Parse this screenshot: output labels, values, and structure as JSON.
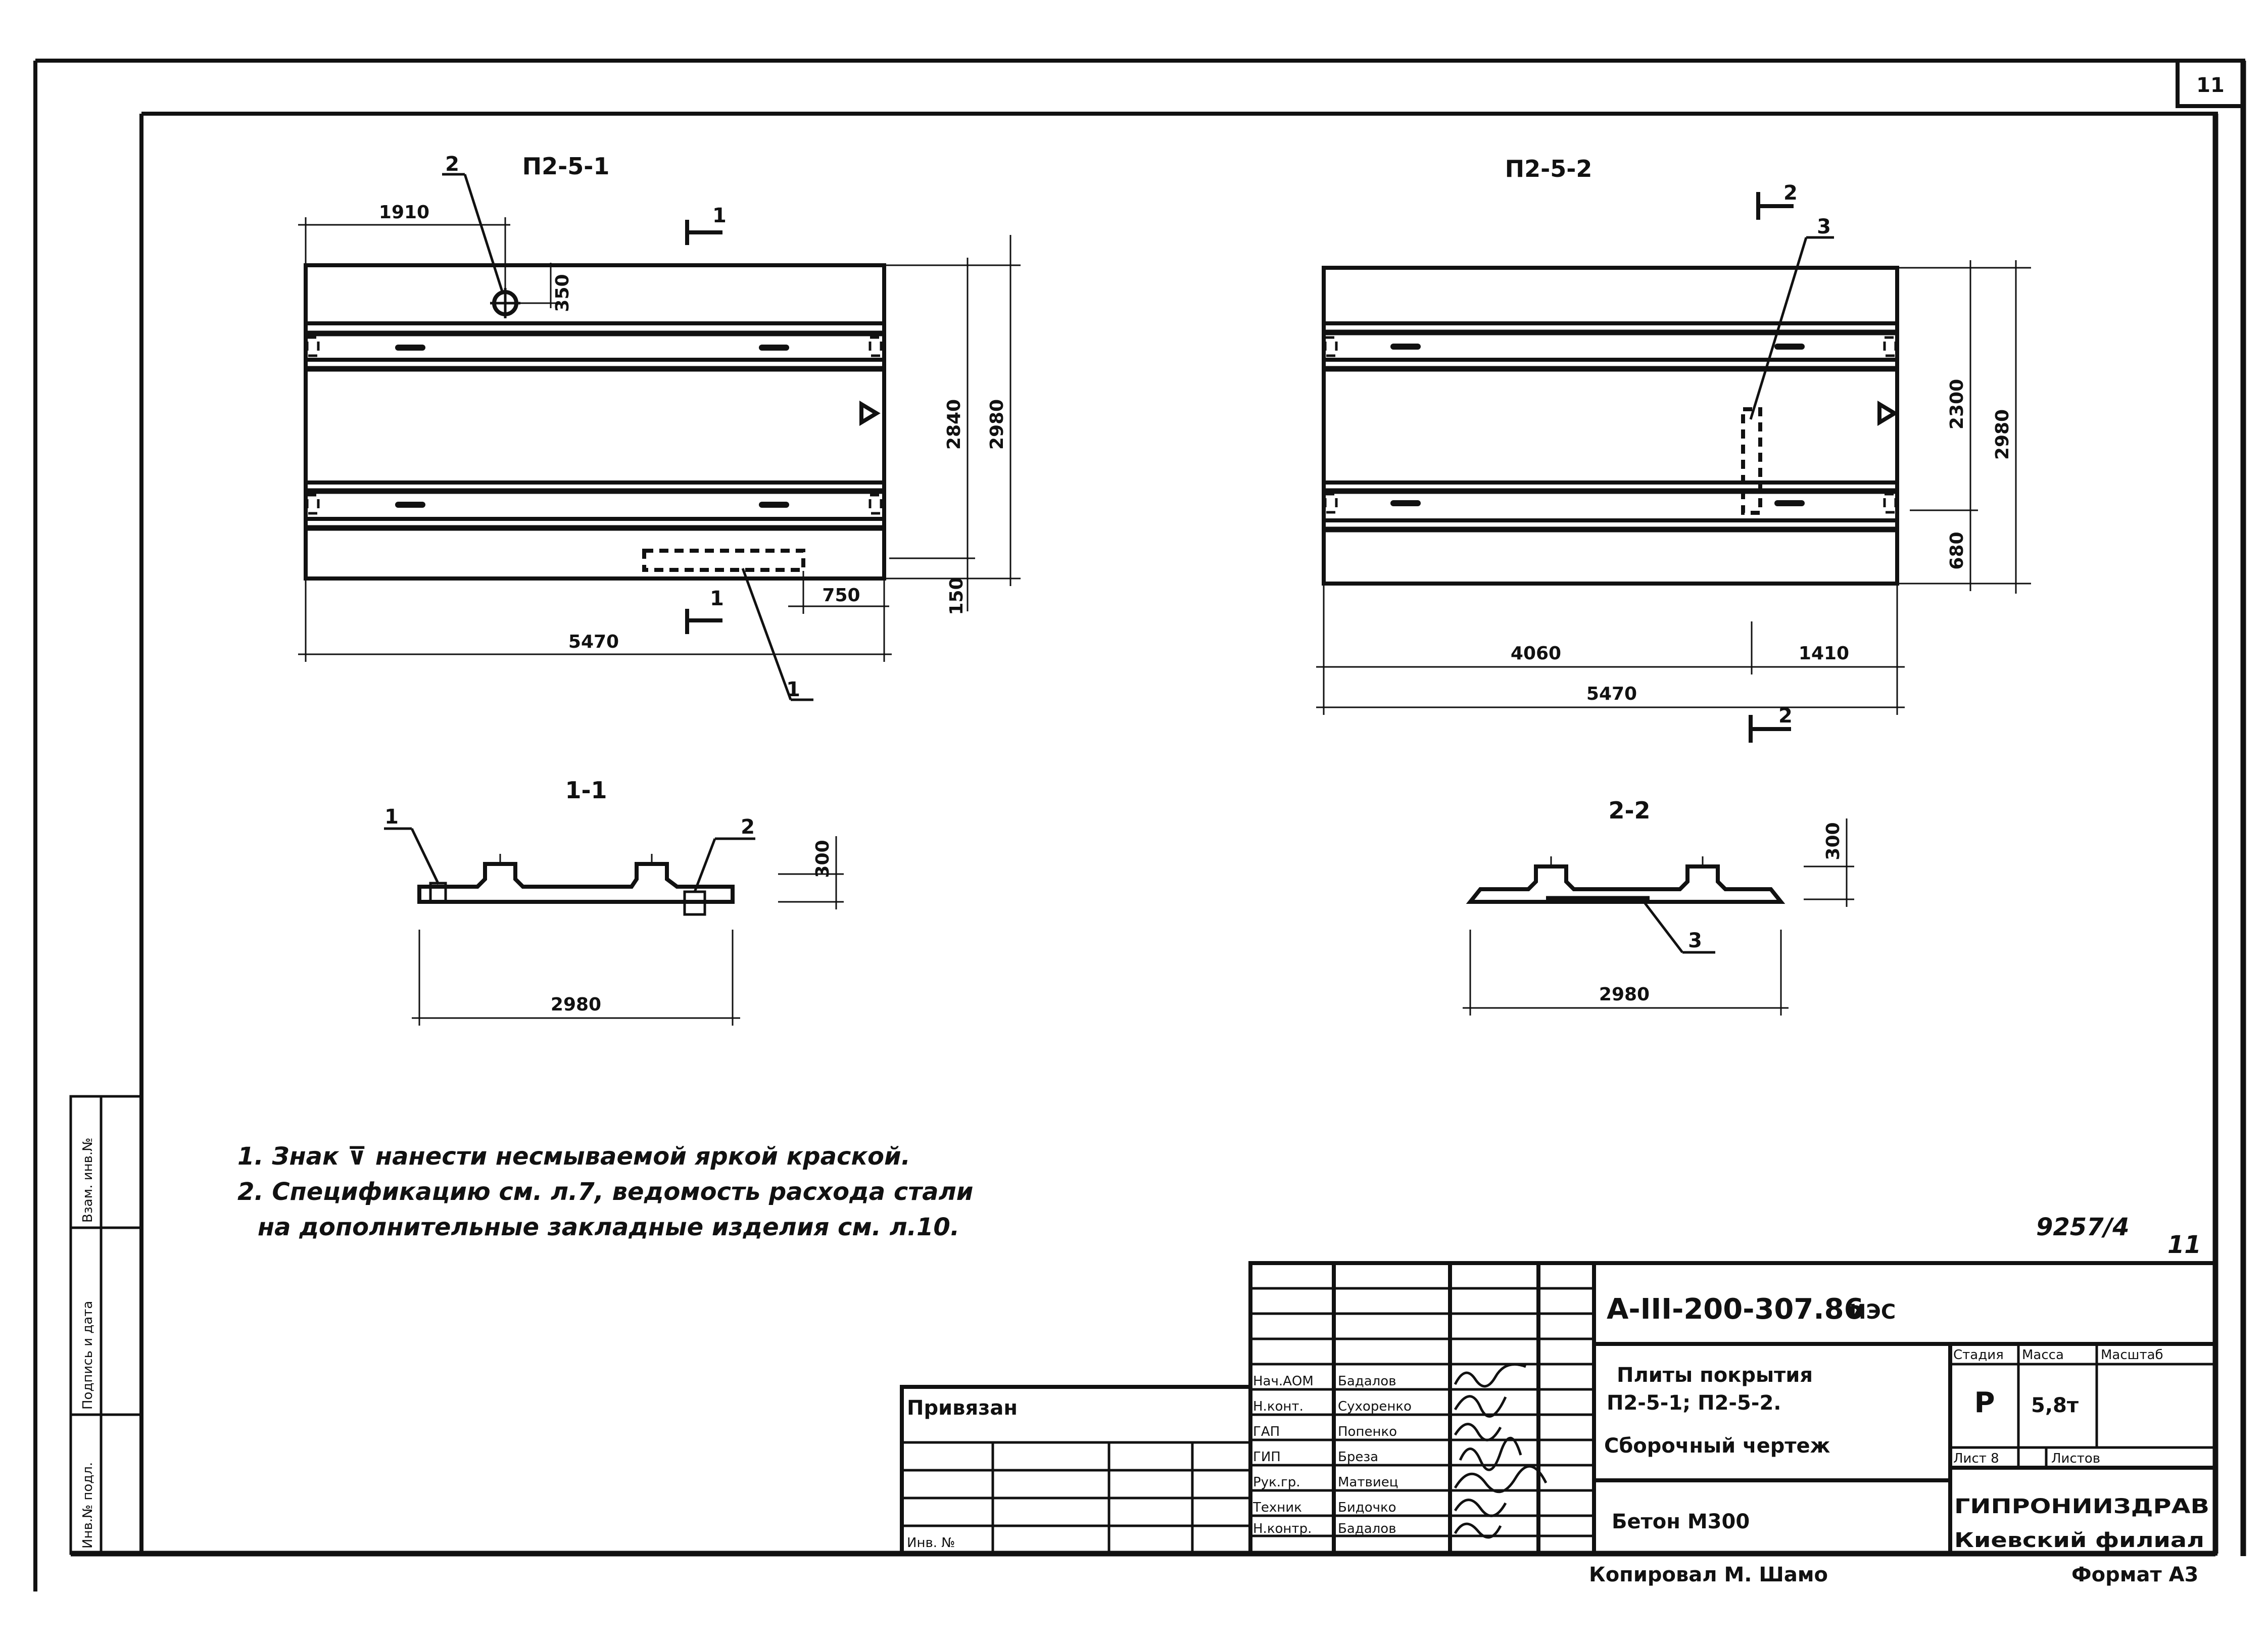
{
  "sheet": {
    "page_number": "11",
    "archive_number": "9257/4",
    "archive_sheet": "11"
  },
  "views": {
    "plan1": {
      "title": "П2-5-1",
      "dims": {
        "left_offset": "1910",
        "hole": "350",
        "height_inner": "2840",
        "height_outer": "2980",
        "bottom": "150",
        "right_part": "750",
        "length": "5470"
      },
      "markers": {
        "section": "1",
        "pos_top": "2",
        "pos_bottom": "1"
      }
    },
    "plan2": {
      "title": "П2-5-2",
      "dims": {
        "upper": "2300",
        "height": "2980",
        "lower": "680",
        "left_part": "4060",
        "right_part": "1410",
        "length": "5470"
      },
      "markers": {
        "section": "2",
        "pos": "3"
      }
    },
    "sec1": {
      "title": "1-1",
      "width": "2980",
      "depth": "300",
      "pos_left": "1",
      "pos_right": "2"
    },
    "sec2": {
      "title": "2-2",
      "width": "2980",
      "depth": "300",
      "pos": "3"
    }
  },
  "notes": {
    "line1": "1. Знак ⊽ нанести несмываемой яркой краской.",
    "line2": "2. Спецификацию см. л.7, ведомость расхода стали",
    "line3": "на дополнительные закладные изделия см. л.10."
  },
  "side_stamp": {
    "inv": "Инв.№ подл.",
    "sign": "Подпись и дата",
    "replace": "Взам. инв.№"
  },
  "titleblock": {
    "code": "А-III-200-307.86",
    "code_suffix": "ИЭС",
    "title_line1": "Плиты покрытия",
    "title_line2": "П2-5-1; П2-5-2.",
    "title_line3": "Сборочный чертеж",
    "material": "Бетон М300",
    "stage_hdr": "Стадия",
    "mass_hdr": "Масса",
    "scale_hdr": "Масштаб",
    "stage": "Р",
    "mass": "5,8т",
    "sheet_hdr": "Лист 8",
    "sheets_hdr": "Листов",
    "org": "ГИПРОНИИЗДРАВ",
    "org_branch": "Киевский филиал",
    "privyazan": "Привязан",
    "inv_no": "Инв. №",
    "copied": "Копировал  М. Шамо",
    "format": "Формат А3",
    "roles": [
      {
        "role": "Нач.АОМ",
        "name": "Бадалов"
      },
      {
        "role": "Н.конт.",
        "name": "Сухоренко"
      },
      {
        "role": "ГАП",
        "name": "Попенко"
      },
      {
        "role": "ГИП",
        "name": "Бреза"
      },
      {
        "role": "Рук.гр.",
        "name": "Матвиец"
      },
      {
        "role": "Техник",
        "name": "Бидочко"
      },
      {
        "role": "Н.контр.",
        "name": "Бадалов"
      }
    ]
  }
}
